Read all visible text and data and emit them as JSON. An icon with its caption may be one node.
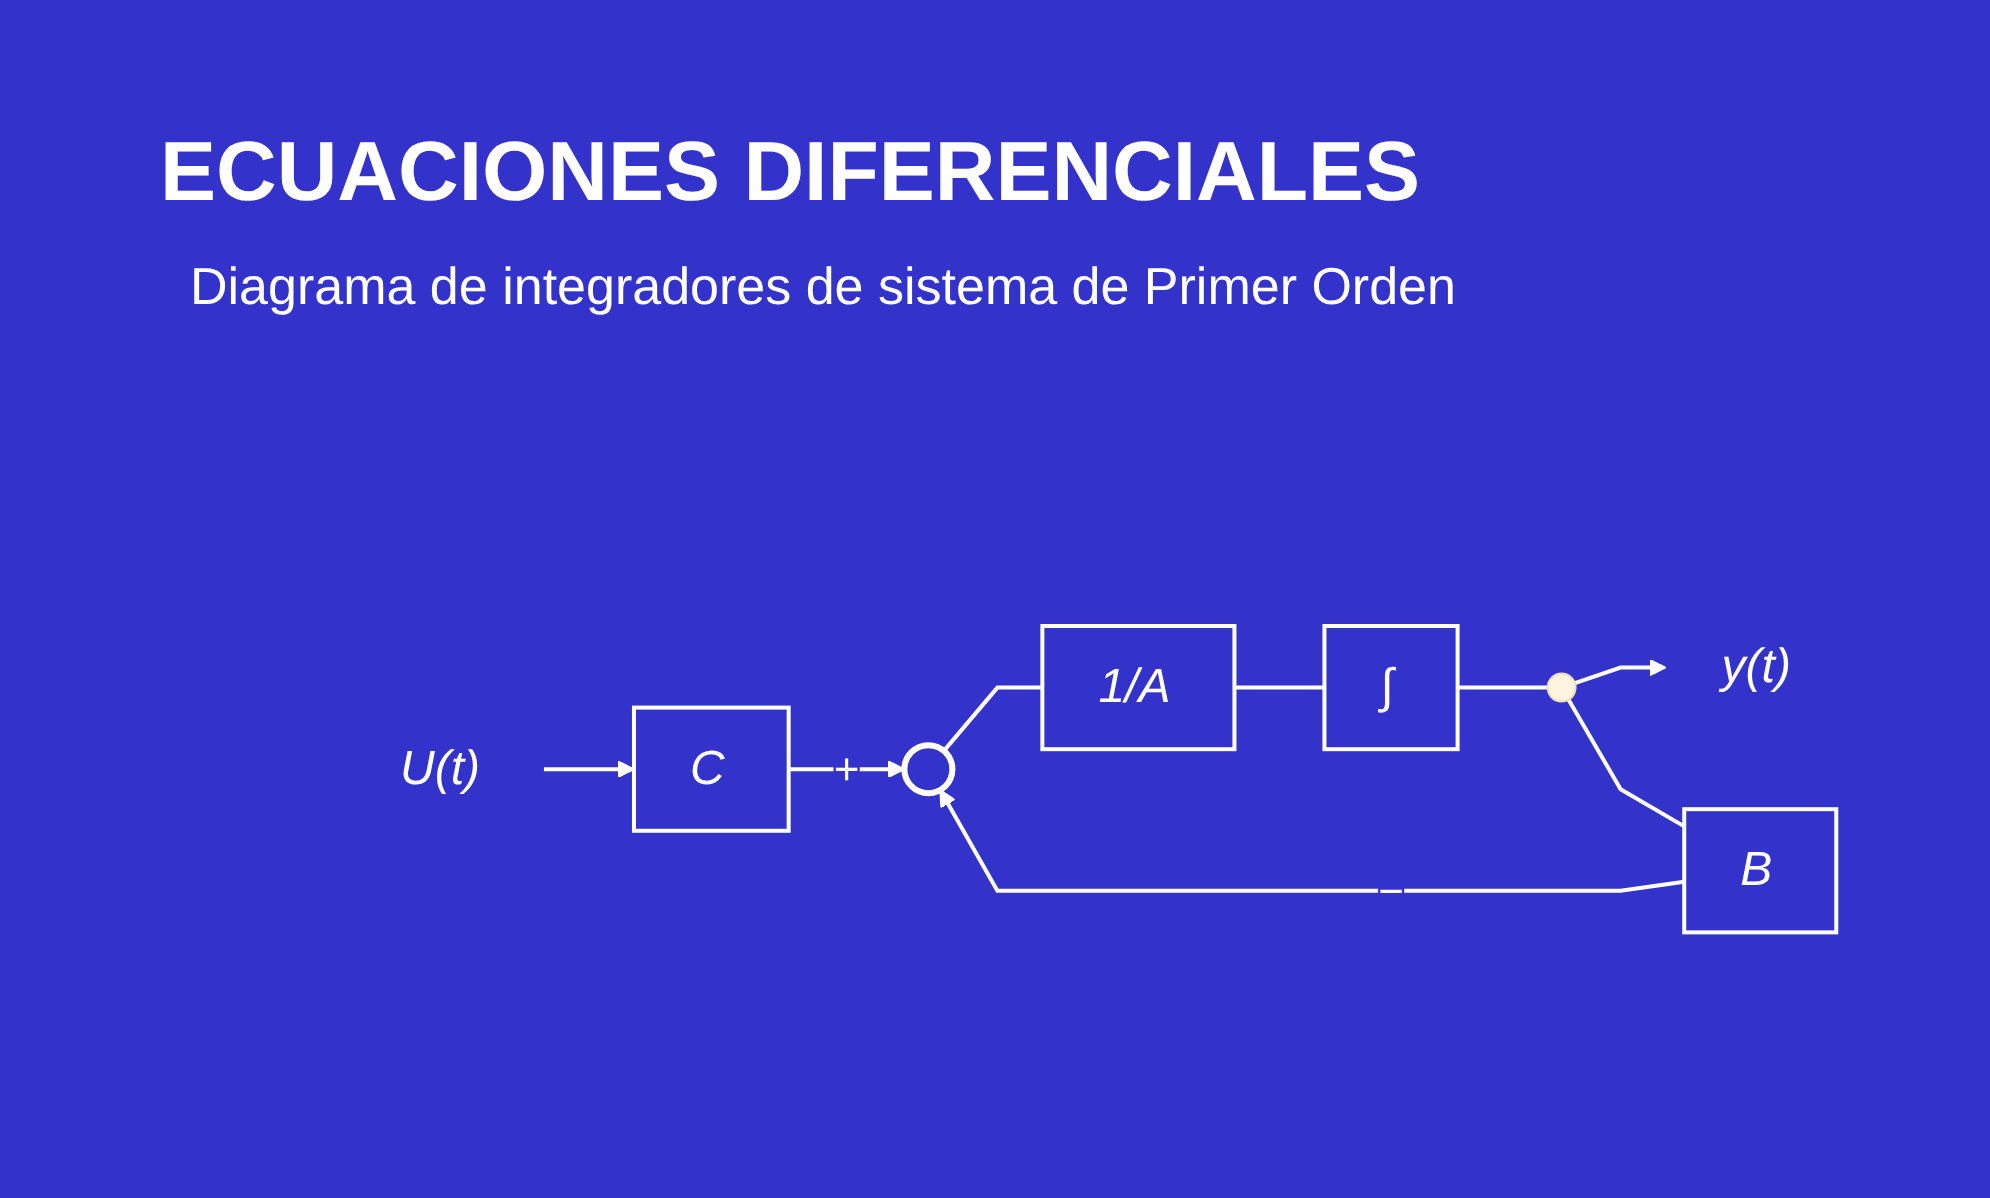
{
  "diagram": {
    "title": "ECUACIONES DIFERENCIALES",
    "nodes": [
      {
        "text": [
          "U(t)"
        ]
      },
      {
        "text": [
          "C"
        ]
      },
      {
        "text": [],
        "shape": "circle"
      },
      {
        "text": [
          "1/A"
        ]
      },
      {
        "text": [
          "∫"
        ]
      },
      {
        "text": [],
        "shape": "dot"
      },
      {
        "text": [
          "y(t)"
        ]
      },
      {
        "text": [
          "B"
        ]
      }
    ],
    "edges": [
      {
        "from": 0,
        "to": 1,
        "arrow": "to"
      },
      {
        "from": 1,
        "to": 2,
        "arrow": "to",
        "label": "+"
      },
      {
        "from": 2,
        "to": 3,
        "arrow": "none"
      },
      {
        "from": 3,
        "to": 4,
        "arrow": "none"
      },
      {
        "from": 4,
        "to": 5,
        "arrow": "none"
      },
      {
        "from": 5,
        "to": 6,
        "arrow": "to"
      },
      {
        "from": 5,
        "to": 7,
        "arrow": "none"
      },
      {
        "from": 7,
        "to": 2,
        "arrow": "to",
        "label": "−"
      }
    ],
    "labels": [
      "Diagrama de integradores de sistema de Primer Orden"
    ]
  }
}
